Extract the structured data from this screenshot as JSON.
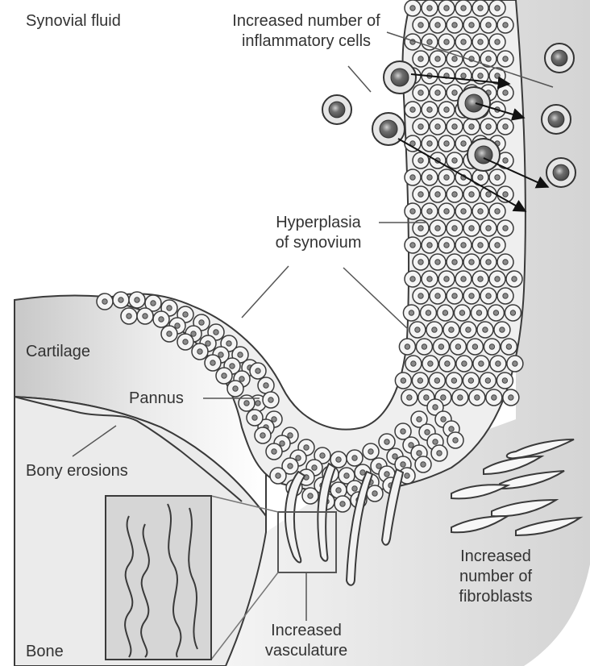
{
  "labels": {
    "synovial_fluid": "Synovial fluid",
    "inflammatory_line1": "Increased number of",
    "inflammatory_line2": "inflammatory cells",
    "hyperplasia_line1": "Hyperplasia",
    "hyperplasia_line2": "of synovium",
    "cartilage": "Cartilage",
    "pannus": "Pannus",
    "bony_erosions": "Bony erosions",
    "fibroblasts_line1": "Increased",
    "fibroblasts_line2": "number of",
    "fibroblasts_line3": "fibroblasts",
    "vasculature_line1": "Increased",
    "vasculature_line2": "vasculature",
    "bone": "Bone"
  },
  "colors": {
    "outline": "#3a3a3a",
    "tissue_gray": "#dcdcdc",
    "cell_fill": "#f4f4f4",
    "cell_nucleus": "#8a8a8a",
    "inflammatory_cell": "#7a7a7a",
    "text": "#333333"
  }
}
